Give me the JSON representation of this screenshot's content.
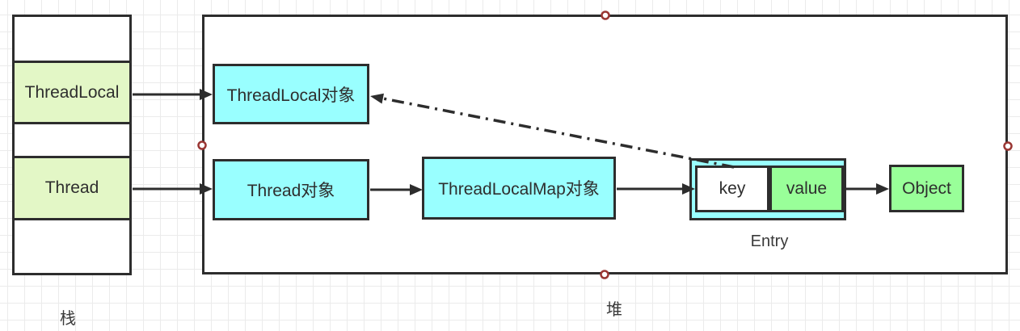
{
  "stack": {
    "label": "栈",
    "cells": [
      {
        "text": "",
        "filled": false
      },
      {
        "text": "ThreadLocal",
        "filled": true
      },
      {
        "text": "",
        "filled": false
      },
      {
        "text": "Thread",
        "filled": true
      },
      {
        "text": "",
        "filled": false
      }
    ]
  },
  "heap": {
    "label": "堆",
    "threadlocal_obj_label": "ThreadLocal对象",
    "thread_obj_label": "Thread对象",
    "threadlocalmap_obj_label": "ThreadLocalMap对象",
    "entry": {
      "key_label": "key",
      "value_label": "value",
      "caption": "Entry"
    },
    "object_label": "Object"
  },
  "colors": {
    "cyan_fill": "#99ffff",
    "bright_green_fill": "#99ff99",
    "light_green_fill": "#e3f7c6",
    "border": "#2d2d2d",
    "handle_ring": "#9a3633",
    "grid_line": "#ebebeb"
  }
}
